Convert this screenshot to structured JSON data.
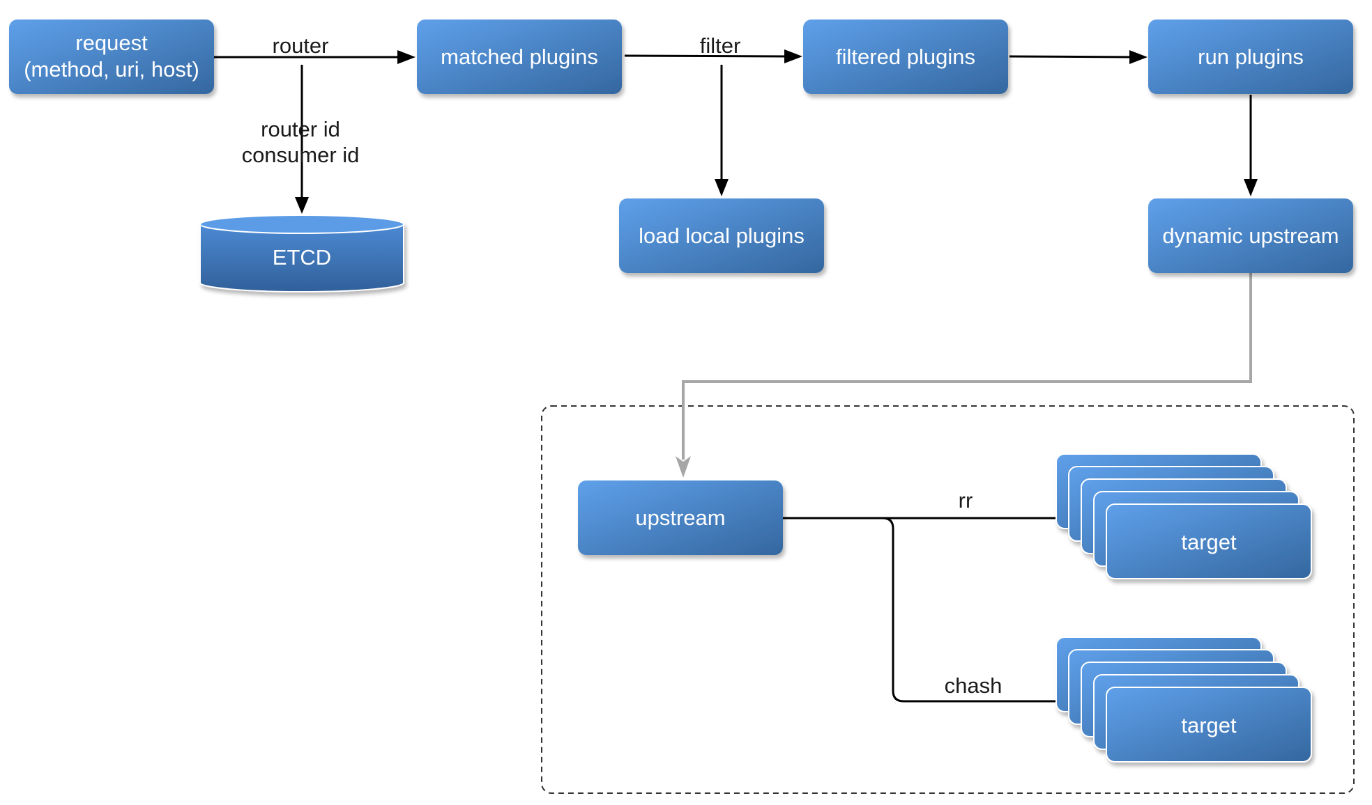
{
  "nodes": {
    "request": {
      "lines": [
        "request",
        "(method, uri, host)"
      ]
    },
    "matched_plugins": {
      "label": "matched plugins"
    },
    "filtered_plugins": {
      "label": "filtered plugins"
    },
    "run_plugins": {
      "label": "run plugins"
    },
    "etcd": {
      "label": "ETCD"
    },
    "load_local_plugins": {
      "label": "load local plugins"
    },
    "dynamic_upstream": {
      "label": "dynamic upstream"
    },
    "upstream": {
      "label": "upstream"
    },
    "target_rr": {
      "label": "target"
    },
    "target_chash": {
      "label": "target"
    }
  },
  "edges": {
    "router": "router",
    "router_ids": [
      "router id",
      "consumer id"
    ],
    "filter": "filter",
    "rr": "rr",
    "chash": "chash"
  },
  "colors": {
    "node_top": "#5b9ce6",
    "node_bottom": "#3468a8",
    "edge": "#000000",
    "edge_gray": "#a6a6a6",
    "group_border": "#333333"
  }
}
